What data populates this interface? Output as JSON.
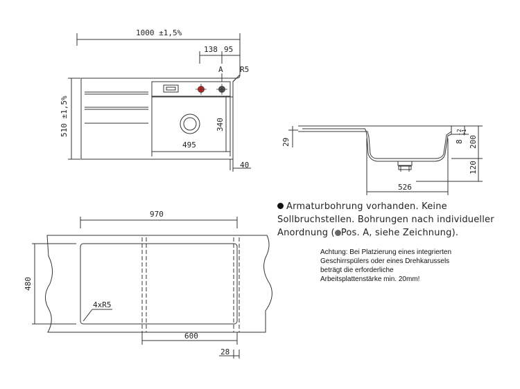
{
  "dims": {
    "top_width": "1000 ±1,5%",
    "d138": "138",
    "d95": "95",
    "label_a": "A",
    "r5": "R5",
    "top_height": "510 ±1,5%",
    "d340": "340",
    "d495": "495",
    "d40": "40",
    "side_29": "29",
    "side_200": "200",
    "side_8": "8",
    "side_minus2": "-2",
    "side_plus1": "+1",
    "side_120": "120",
    "side_526": "526",
    "cut_970": "970",
    "cut_480": "480",
    "cut_radius": "4xR5",
    "cut_600": "600",
    "cut_28": "28"
  },
  "note": {
    "line1": "Armaturbohrung vorhanden. Keine",
    "line2": "Sollbruchstellen. Bohrungen nach individueller",
    "line3_a": "Anordnung (",
    "line3_b": "Pos. A, siehe Zeichnung)."
  },
  "warning": {
    "l1": "Achtung: Bei Platzierung eines integrierten",
    "l2": "Geschirrspülers oder eines Drehkarussels",
    "l3": "beträgt die erforderliche",
    "l4": "Arbeitsplattenstärke min. 20mm!"
  },
  "colors": {
    "line": "#333333",
    "tap": "#d9201f"
  }
}
